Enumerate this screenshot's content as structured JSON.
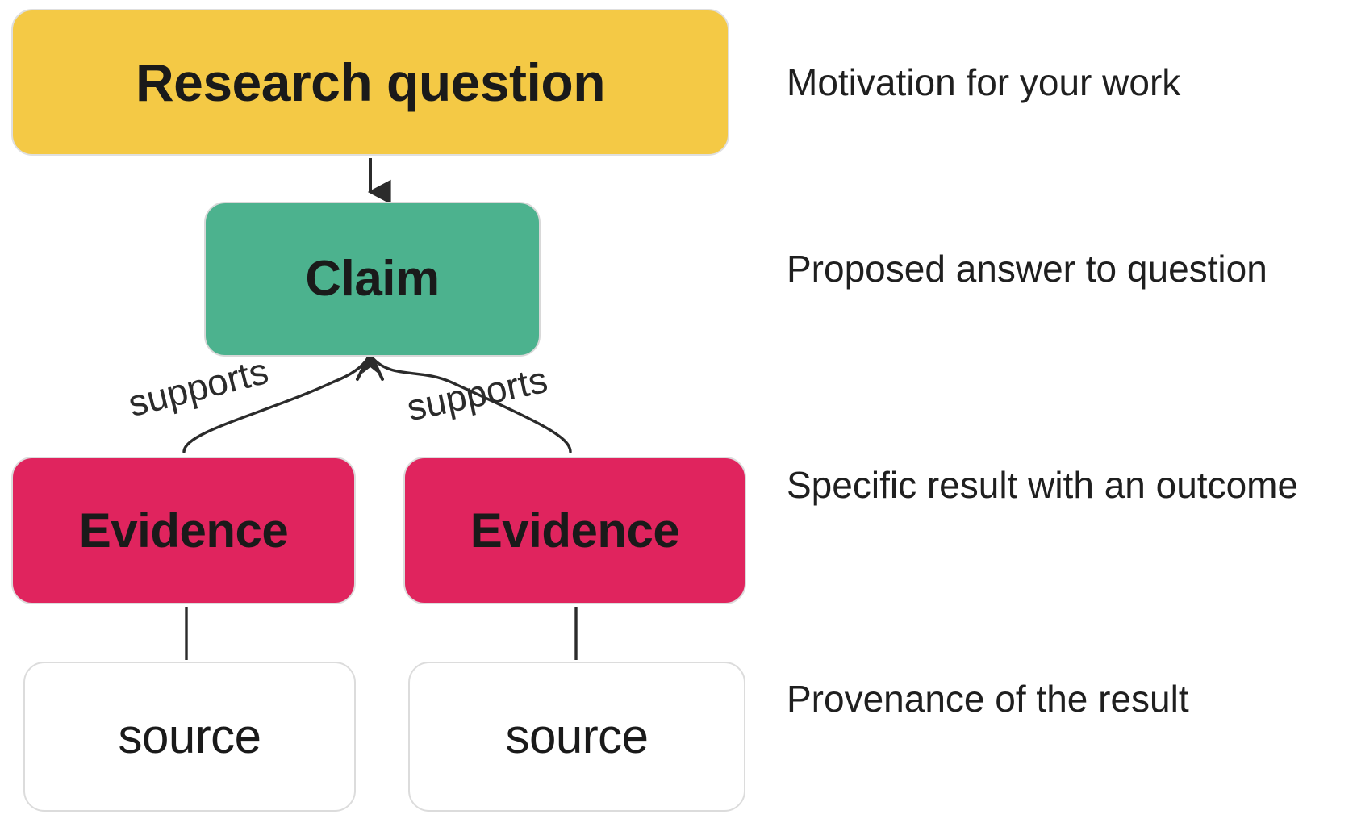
{
  "diagram": {
    "title": "Argument structure: research question, claim, evidence, source",
    "background_color": "#ffffff",
    "nodes": [
      {
        "id": "research-question",
        "label": "Research question",
        "fill": "#f4c945",
        "border": "#dfdfdf",
        "text_color": "#1a1a1a",
        "shape": "rounded-rectangle",
        "bold": true
      },
      {
        "id": "claim",
        "label": "Claim",
        "fill": "#4cb28e",
        "border": "#d8d8d8",
        "text_color": "#1a1a1a",
        "shape": "rounded-rectangle",
        "bold": true
      },
      {
        "id": "evidence-1",
        "label": "Evidence",
        "fill": "#e0245e",
        "border": "#dcdcdc",
        "text_color": "#1a1a1a",
        "shape": "rounded-rectangle",
        "bold": true
      },
      {
        "id": "evidence-2",
        "label": "Evidence",
        "fill": "#e0245e",
        "border": "#dcdcdc",
        "text_color": "#1a1a1a",
        "shape": "rounded-rectangle",
        "bold": true
      },
      {
        "id": "source-1",
        "label": "source",
        "fill": "#ffffff",
        "border": "#dcdcdc",
        "text_color": "#1f1f1f",
        "shape": "rounded-rectangle",
        "bold": false
      },
      {
        "id": "source-2",
        "label": "source",
        "fill": "#ffffff",
        "border": "#dcdcdc",
        "text_color": "#1f1f1f",
        "shape": "rounded-rectangle",
        "bold": false
      }
    ],
    "edges": [
      {
        "id": "edge-rq-claim",
        "from": "research-question",
        "to": "claim",
        "label": "",
        "arrow": "down",
        "style": "straight"
      },
      {
        "id": "edge-ev1-claim",
        "from": "evidence-1",
        "to": "claim",
        "label": "supports",
        "arrow": "up",
        "style": "curved"
      },
      {
        "id": "edge-ev2-claim",
        "from": "evidence-2",
        "to": "claim",
        "label": "supports",
        "arrow": "up",
        "style": "curved"
      },
      {
        "id": "edge-src1-ev1",
        "from": "source-1",
        "to": "evidence-1",
        "label": "",
        "arrow": "none",
        "style": "straight"
      },
      {
        "id": "edge-src2-ev2",
        "from": "source-2",
        "to": "evidence-2",
        "label": "",
        "arrow": "none",
        "style": "straight"
      }
    ],
    "annotations": [
      {
        "id": "desc-research-question",
        "for": "research-question",
        "text": "Motivation for your work"
      },
      {
        "id": "desc-claim",
        "for": "claim",
        "text": "Proposed answer to question"
      },
      {
        "id": "desc-evidence",
        "for": "evidence",
        "text": "Specific result with an outcome"
      },
      {
        "id": "desc-source",
        "for": "source",
        "text": "Provenance of the result"
      }
    ],
    "edge_line_color": "#2b2b2b"
  }
}
